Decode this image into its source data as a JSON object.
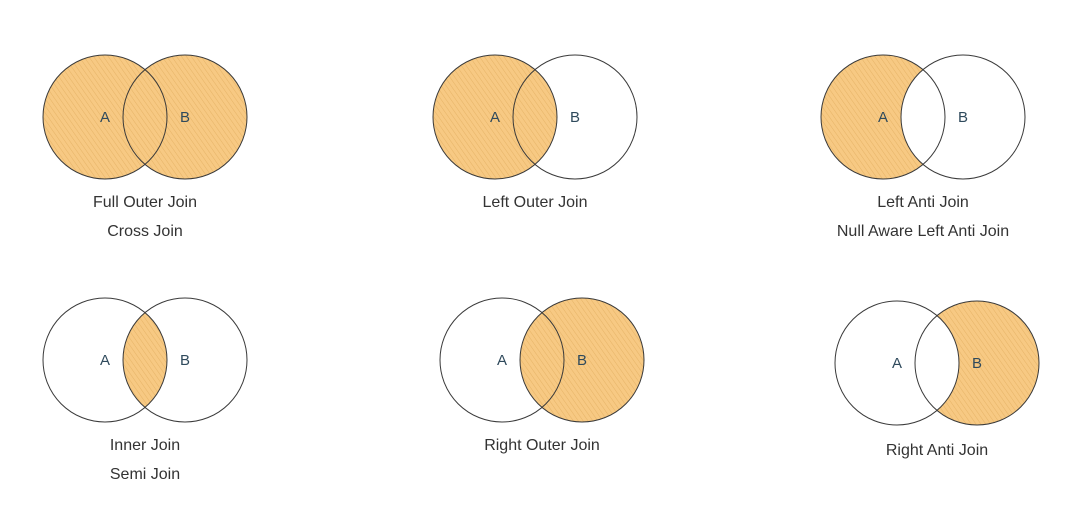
{
  "colors": {
    "fill": "#f7c983",
    "hatch": "#d9a24f",
    "stroke": "#3a3a3a",
    "label": "#2f4a5c",
    "caption": "#333333"
  },
  "diagrams": [
    {
      "id": "full-outer",
      "labels": {
        "a": "A",
        "b": "B"
      },
      "shaded": "both",
      "captions": [
        "Full Outer Join",
        "Cross Join"
      ]
    },
    {
      "id": "left-outer",
      "labels": {
        "a": "A",
        "b": "B"
      },
      "shaded": "left",
      "captions": [
        "Left Outer Join"
      ]
    },
    {
      "id": "left-anti",
      "labels": {
        "a": "A",
        "b": "B"
      },
      "shaded": "left-only",
      "captions": [
        "Left Anti Join",
        "Null Aware Left Anti Join"
      ]
    },
    {
      "id": "inner",
      "labels": {
        "a": "A",
        "b": "B"
      },
      "shaded": "intersection",
      "captions": [
        "Inner Join",
        "Semi Join"
      ]
    },
    {
      "id": "right-outer",
      "labels": {
        "a": "A",
        "b": "B"
      },
      "shaded": "right",
      "captions": [
        "Right Outer Join"
      ]
    },
    {
      "id": "right-anti",
      "labels": {
        "a": "A",
        "b": "B"
      },
      "shaded": "right-only",
      "captions": [
        "Right Anti Join"
      ]
    }
  ]
}
